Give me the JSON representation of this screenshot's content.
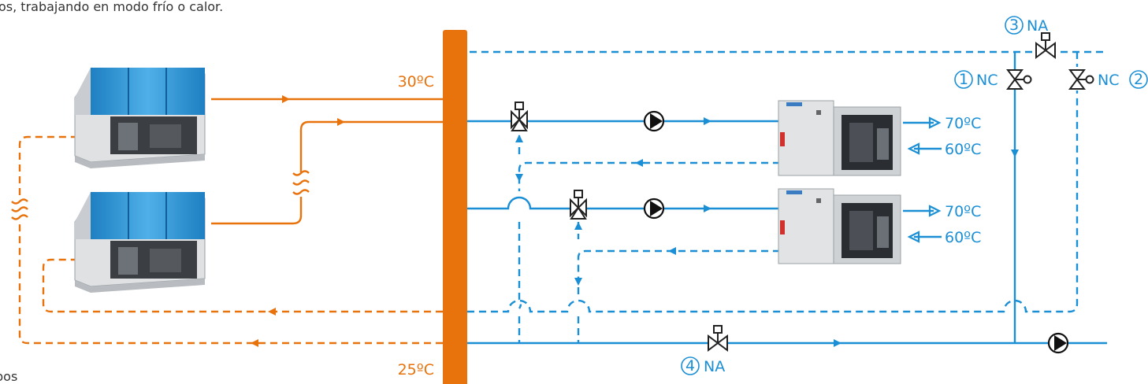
{
  "caption_top": "os, trabajando en modo frío o calor.",
  "caption_bottom": "pos",
  "colors": {
    "hot_circuit": "#1a8fd6",
    "source_circuit": "#e8720c",
    "collector": "#e8720c"
  },
  "temperatures": {
    "source_supply": "30ºC",
    "source_return": "25ºC",
    "unit1_out": "70ºC",
    "unit1_in": "60ºC",
    "unit2_out": "70ºC",
    "unit2_in": "60ºC"
  },
  "valves": [
    {
      "number": "1",
      "state": "NC"
    },
    {
      "number": "2",
      "state": "NC"
    },
    {
      "number": "3",
      "state": "NA"
    },
    {
      "number": "4",
      "state": "NA"
    }
  ],
  "icons": [
    "chiller-unit",
    "heat-pump-unit",
    "pump-icon",
    "three-way-valve-icon",
    "two-way-valve-icon",
    "flexible-joint-icon"
  ]
}
